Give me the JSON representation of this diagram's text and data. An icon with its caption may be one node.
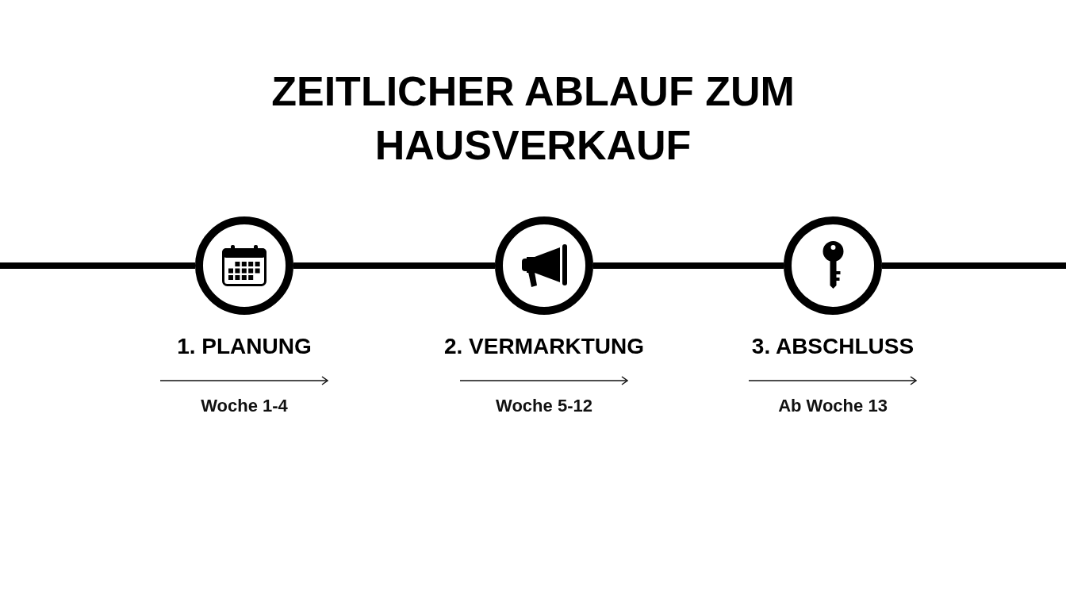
{
  "diagram": {
    "title": "ZEITLICHER ABLAUF ZUM HAUSVERKAUF",
    "nodes": [
      {
        "text": [
          "1. PLANUNG"
        ],
        "beside": [
          "Woche 1-4"
        ]
      },
      {
        "text": [
          "2. VERMARKTUNG"
        ],
        "beside": [
          "Woche 5-12"
        ]
      },
      {
        "text": [
          "3. ABSCHLUSS"
        ],
        "beside": [
          "Ab Woche 13"
        ]
      }
    ],
    "edges": [
      {
        "from": null,
        "to": 0,
        "arrow": "none"
      },
      {
        "from": 0,
        "to": 1,
        "arrow": "none"
      },
      {
        "from": 1,
        "to": 2,
        "arrow": "none"
      },
      {
        "from": 2,
        "to": null,
        "arrow": "none"
      }
    ]
  }
}
